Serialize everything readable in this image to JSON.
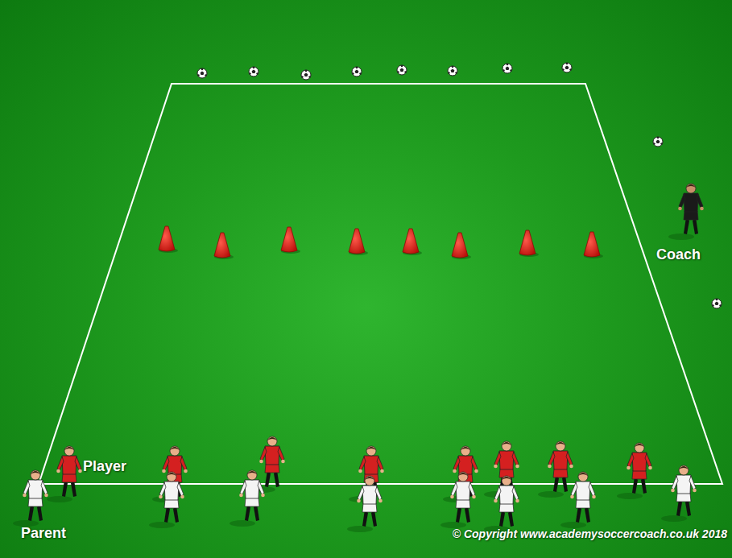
{
  "diagram": {
    "labels": [
      "Player",
      "Parent",
      "Coach",
      "© Copyright www.academysoccercoach.co.uk 2018"
    ]
  }
}
